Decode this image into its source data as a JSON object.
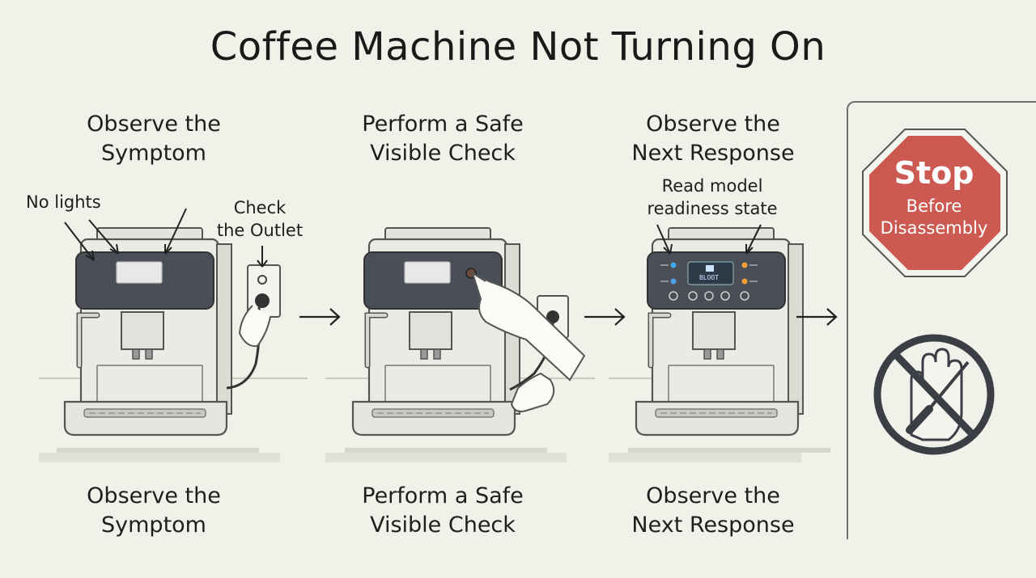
{
  "title": "Coffee Machine Not Turning On",
  "steps": [
    {
      "heading": [
        "Observe the",
        "Symptom"
      ],
      "caption": [
        "Observe the",
        "Symptom"
      ],
      "callouts": [
        "No lights",
        "Check",
        "the Outlet"
      ]
    },
    {
      "heading": [
        "Perform a Safe",
        "Visible Check"
      ],
      "caption": [
        "Perform a Safe",
        "Visible Check"
      ]
    },
    {
      "heading": [
        "Observe the",
        "Next Response"
      ],
      "caption": [
        "Observe the",
        "Next Response"
      ],
      "callouts": [
        "Read model",
        "readiness state"
      ],
      "screen_text": "BLOOT"
    }
  ],
  "stop_sign": {
    "main": "Stop",
    "sub": [
      "Before",
      "Disassembly"
    ],
    "color": "#cc5a52"
  },
  "icons": [
    "right-arrow-icon",
    "stop-sign-icon",
    "no-hand-screwdriver-icon",
    "power-plug-icon",
    "pointing-hand-icon"
  ],
  "colors": {
    "background": "#f1f0e9",
    "panel": "#4a4f57",
    "indicator_blue": "#4aa3e8",
    "indicator_orange": "#f0a030"
  }
}
